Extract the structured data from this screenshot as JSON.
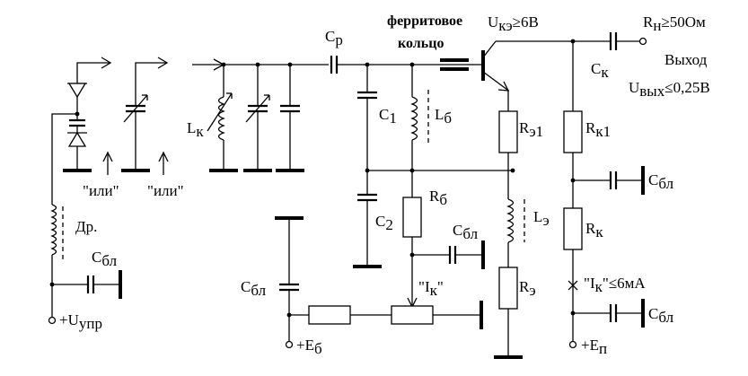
{
  "labels": {
    "ferrite_line1": "ферритовое",
    "ferrite_line2": "кольцо",
    "uke": "U",
    "uke_sub": "кэ",
    "uke_val": "≥6В",
    "rn": "R",
    "rn_sub": "н",
    "rn_val": "≥50Ом",
    "out": "Выход",
    "uvyh": "U",
    "uvyh_sub": "вых",
    "uvyh_val": "≤0,25В",
    "cp": "C",
    "cp_sub": "р",
    "ck": "C",
    "ck_sub": "к",
    "lk": "L",
    "lk_sub": "к",
    "c1": "C",
    "c1_sub": "1",
    "lb": "L",
    "lb_sub": "б",
    "re1": "R",
    "re1_sub": "э1",
    "rk1": "R",
    "rk1_sub": "к1",
    "cbl_right1": "C",
    "cbl_right1_sub": "бл",
    "ili1": "\"или\"",
    "ili2": "\"или\"",
    "rb": "R",
    "rb_sub": "б",
    "le": "L",
    "le_sub": "э",
    "c2": "C",
    "c2_sub": "2",
    "cbl_mid": "C",
    "cbl_mid_sub": "бл",
    "rk": "R",
    "rk_sub": "к",
    "dr": "Др.",
    "cbl_left": "C",
    "cbl_left_sub": "бл",
    "ik_mid_a": "\"I",
    "ik_mid_sub": "к",
    "ik_mid_b": "\"",
    "re": "R",
    "re_sub": "э",
    "ik_right_a": "\"I",
    "ik_right_sub": "к",
    "ik_right_b": "\"≤6мА",
    "cbl_bottom": "C",
    "cbl_bottom_sub": "бл",
    "cbl_right2": "C",
    "cbl_right2_sub": "бл",
    "uupr": "+U",
    "uupr_sub": "упр",
    "eb": "+E",
    "eb_sub": "б",
    "ep": "+E",
    "ep_sub": "п"
  }
}
